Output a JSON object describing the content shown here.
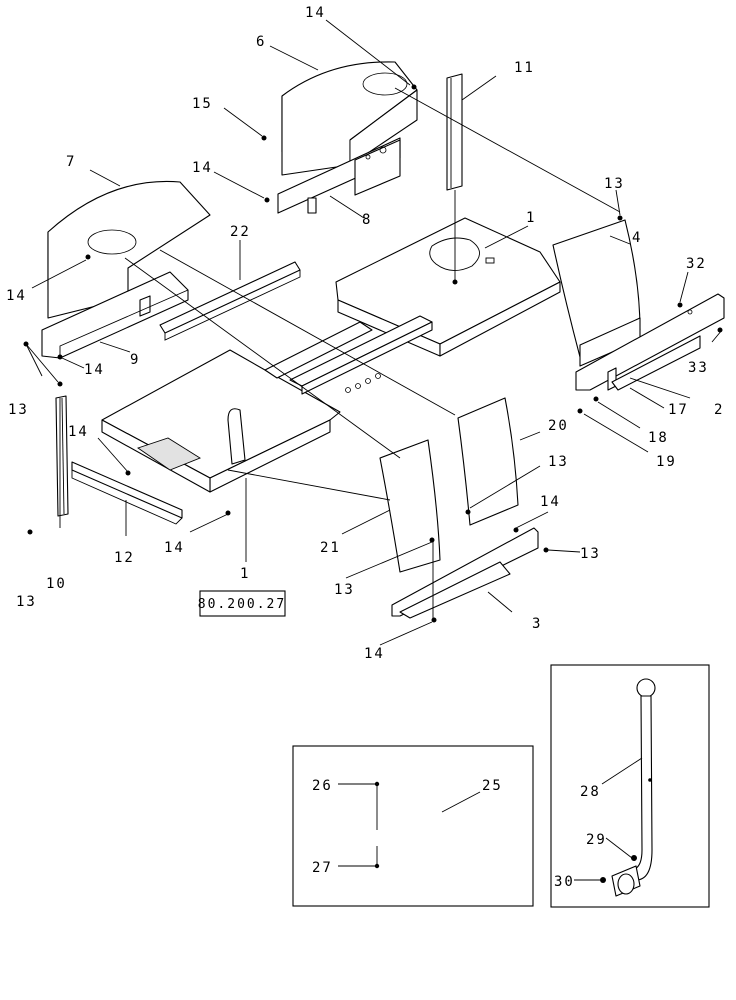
{
  "callouts": {
    "c14_top": "14",
    "c6": "6",
    "c11": "11",
    "c15": "15",
    "c14_b": "14",
    "c8": "8",
    "c7": "7",
    "c22": "22",
    "c1_top": "1",
    "c13_top": "13",
    "c4": "4",
    "c32": "32",
    "c14_c": "14",
    "c33": "33",
    "c9": "9",
    "c14_d": "14",
    "c13_left": "13",
    "c17": "17",
    "c2": "2",
    "c18": "18",
    "c19": "19",
    "c14_e": "14",
    "c20": "20",
    "c13_mid": "13",
    "c12": "12",
    "c14_f": "14",
    "c14_g": "14",
    "c21": "21",
    "c13_r": "13",
    "c10": "10",
    "c13_bl": "13",
    "c1_bottom": "1",
    "c13_b": "13",
    "c3": "3",
    "c14_h": "14",
    "c25": "25",
    "c26": "26",
    "c27": "27",
    "c28": "28",
    "c29": "29",
    "c30": "30"
  },
  "reference_label": "80.200.27"
}
